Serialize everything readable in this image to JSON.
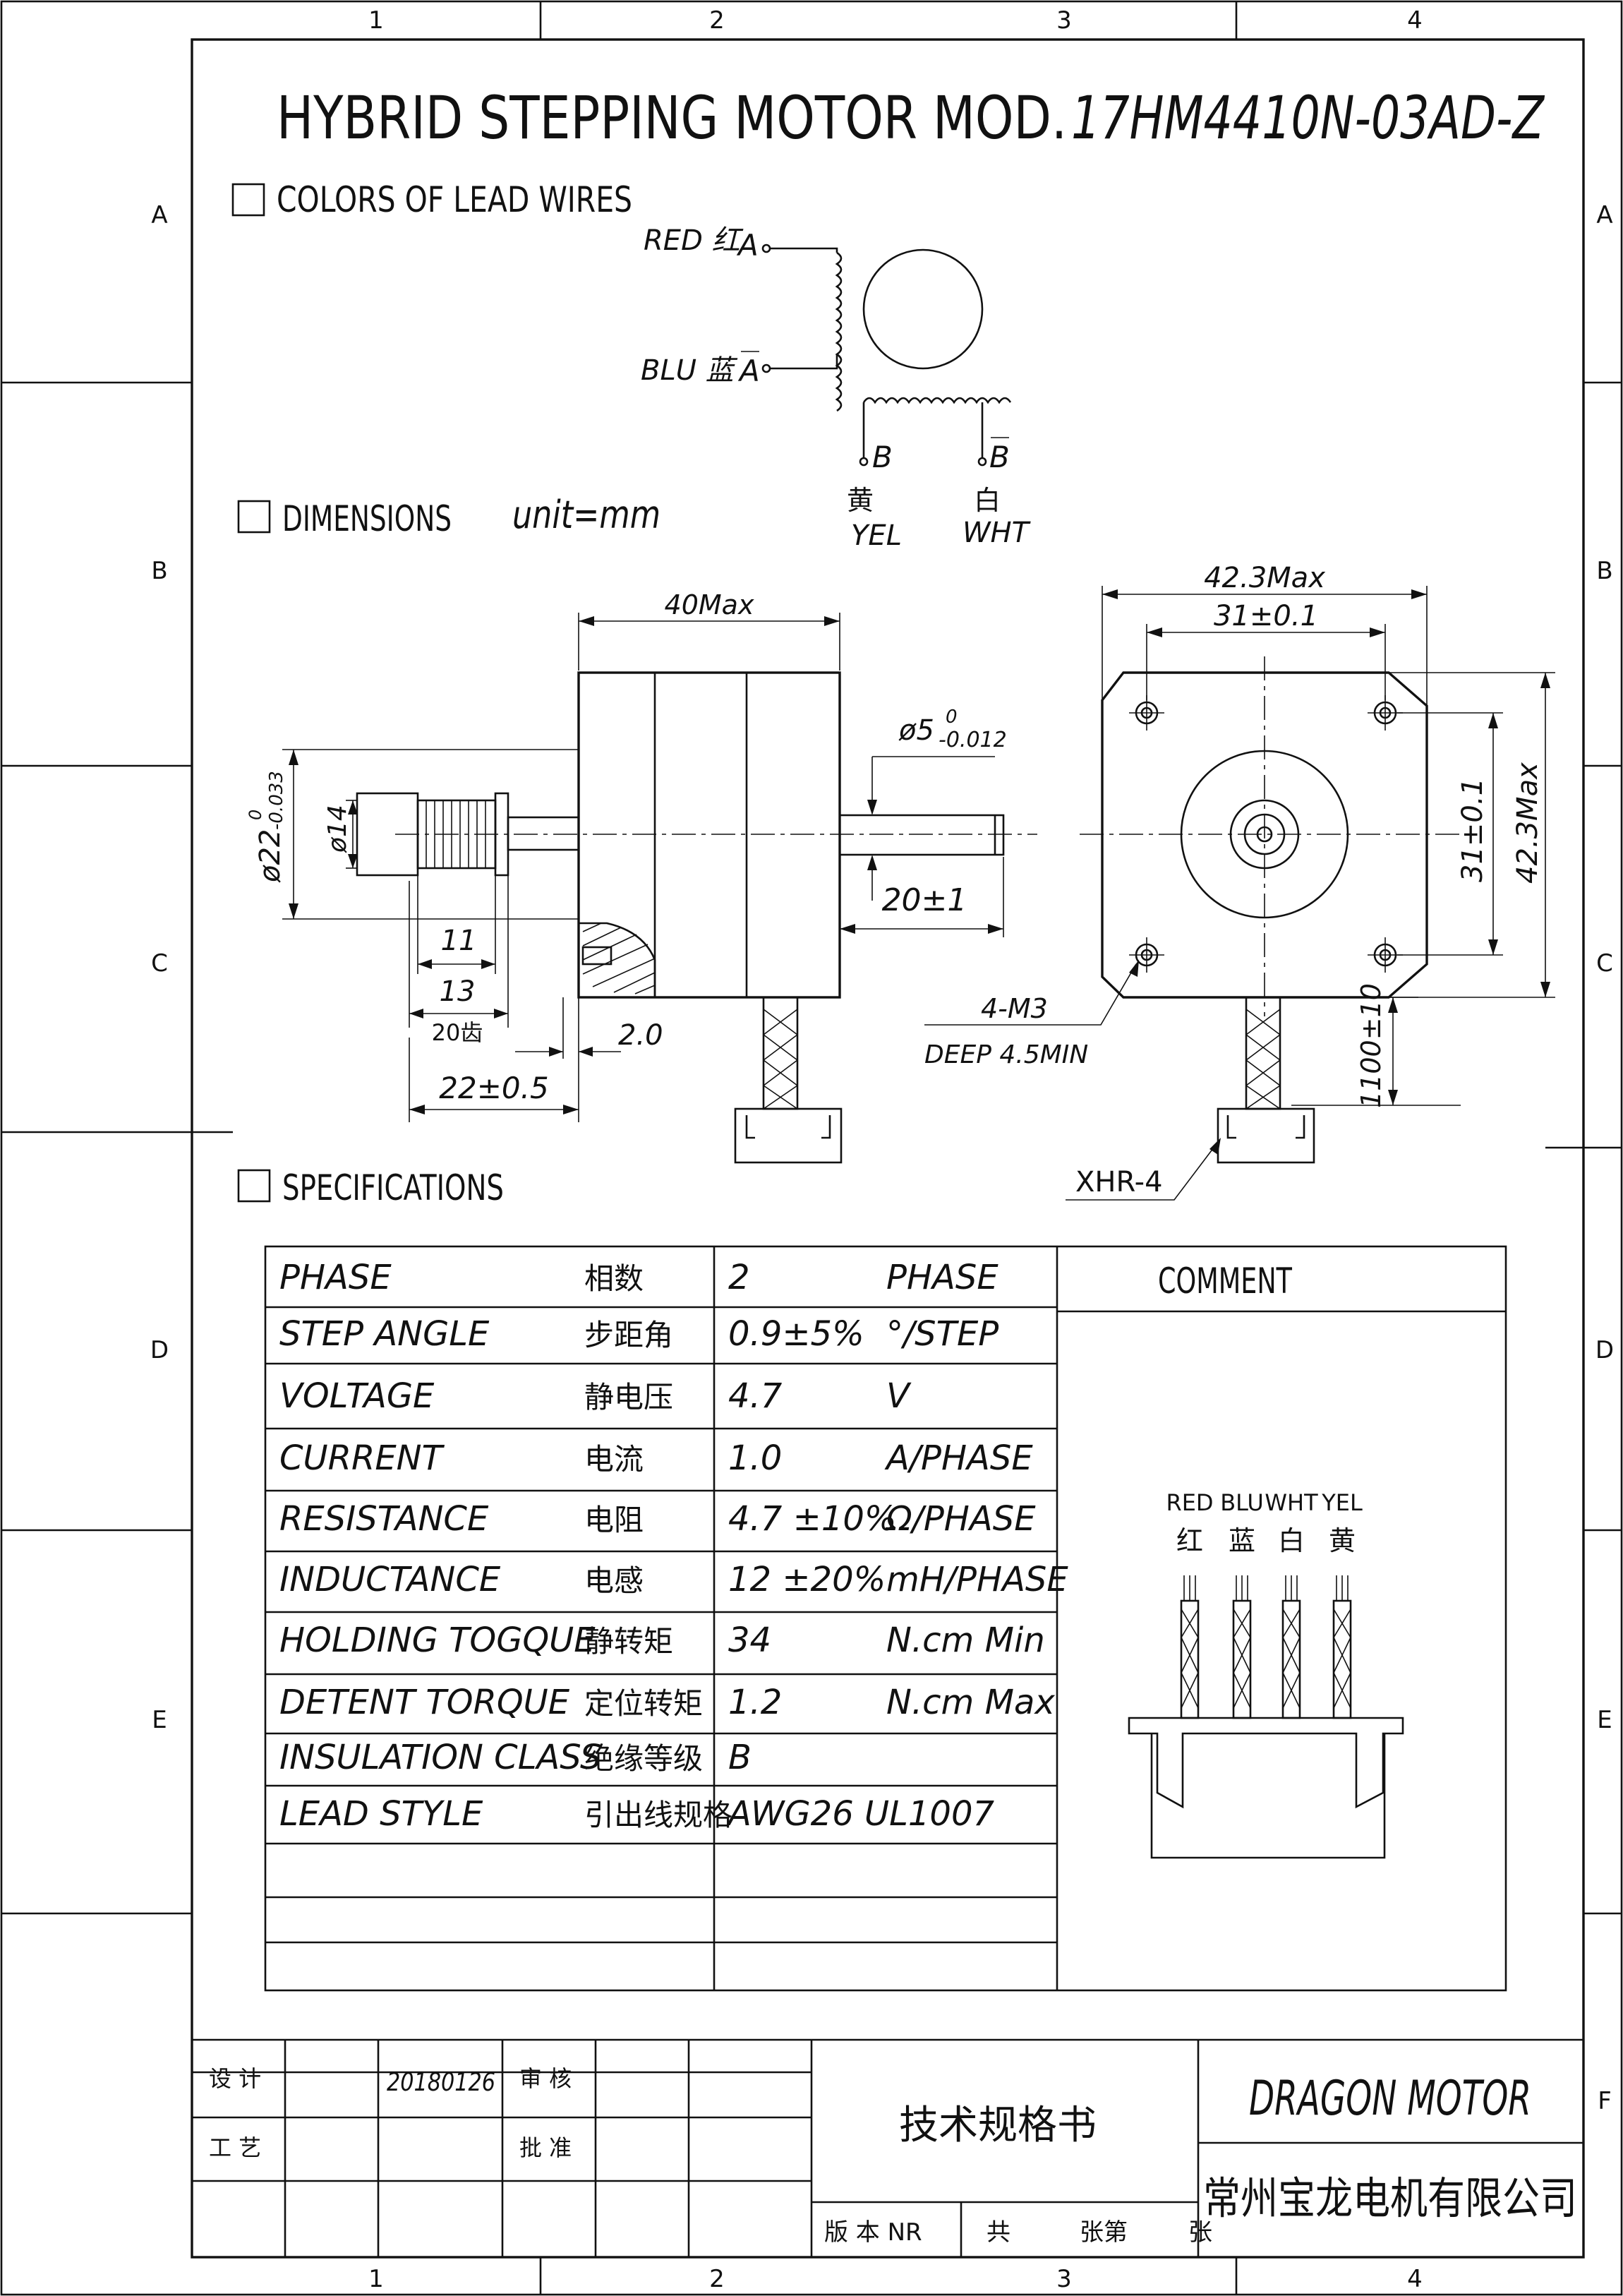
{
  "grid": {
    "columns": [
      "1",
      "2",
      "3",
      "4"
    ],
    "rows": [
      "A",
      "B",
      "C",
      "D",
      "E",
      "F"
    ]
  },
  "title": {
    "prefix": "HYBRID STEPPING MOTOR MOD.",
    "model": "17HM4410N-03AD-Z"
  },
  "sections": {
    "colors": "COLORS OF LEAD WIRES",
    "dimensions": "DIMENSIONS",
    "unit": "unit=mm",
    "specifications": "SPECIFICATIONS"
  },
  "wiring": {
    "red": "RED 红",
    "a": "A",
    "blu": "BLU 蓝",
    "a_bar": "A",
    "b": "B",
    "b_bar": "B",
    "yel_cn": "黄",
    "yel": "YEL",
    "wht_cn": "白",
    "wht": "WHT"
  },
  "dims": {
    "len_40": "40Max",
    "shaft_dia": "ø5",
    "shaft_tol_upper": "0",
    "shaft_tol_lower": "-0.012",
    "boss_dia": "ø22",
    "boss_tol_upper": "0",
    "boss_tol_lower": "-0.033",
    "pulley_dia": "ø14",
    "shaft_len": "20±1",
    "d11": "11",
    "d13": "13",
    "teeth": "20齿",
    "d2": "2.0",
    "d22": "22±0.5",
    "max_w": "42.3Max",
    "hole_pitch_w": "31±0.1",
    "hole_pitch_h": "31±0.1",
    "max_h": "42.3Max",
    "screw": "4-M3",
    "deep": "DEEP  4.5MIN",
    "lead_len": "1100±10",
    "connector": "XHR-4"
  },
  "specs": {
    "comment_header": "COMMENT",
    "rows": [
      {
        "name": "PHASE",
        "cn": "相数",
        "value": "2",
        "unit": "PHASE"
      },
      {
        "name": "STEP  ANGLE",
        "cn": "步距角",
        "value": "0.9±5%",
        "unit": "°/STEP"
      },
      {
        "name": "VOLTAGE",
        "cn": "静电压",
        "value": "4.7",
        "unit": "V"
      },
      {
        "name": "CURRENT",
        "cn": "电流",
        "value": "1.0",
        "unit": "A/PHASE"
      },
      {
        "name": "RESISTANCE",
        "cn": "电阻",
        "value": "4.7  ±10%",
        "unit": "Ω/PHASE"
      },
      {
        "name": "INDUCTANCE",
        "cn": "电感",
        "value": "12  ±20%",
        "unit": "mH/PHASE"
      },
      {
        "name": "HOLDING  TOGQUE",
        "cn": "静转矩",
        "value": "34",
        "unit": "N.cm  Min"
      },
      {
        "name": "DETENT  TORQUE",
        "cn": "定位转矩",
        "value": "1.2",
        "unit": "N.cm  Max"
      },
      {
        "name": "INSULATION  CLASS",
        "cn": "绝缘等级",
        "value": "B",
        "unit": ""
      },
      {
        "name": "LEAD  STYLE",
        "cn": "引出线规格",
        "value": "AWG26  UL1007",
        "unit": ""
      },
      {
        "name": "",
        "cn": "",
        "value": "",
        "unit": ""
      },
      {
        "name": "",
        "cn": "",
        "value": "",
        "unit": ""
      },
      {
        "name": "",
        "cn": "",
        "value": "",
        "unit": ""
      }
    ],
    "connector_labels": [
      {
        "en": "RED",
        "cn": "红"
      },
      {
        "en": "BLU",
        "cn": "蓝"
      },
      {
        "en": "WHT",
        "cn": "白"
      },
      {
        "en": "YEL",
        "cn": "黄"
      }
    ]
  },
  "title_block": {
    "design": "设  计",
    "design_date": "20180126",
    "review": "审  核",
    "process": "工  艺",
    "approve": "批  准",
    "doc_title": "技术规格书",
    "version": "版 本 NR",
    "total": "共",
    "sheet": "张第",
    "sheet_end": "张",
    "company_en": "DRAGON  MOTOR",
    "company_cn": "常州宝龙电机有限公司"
  }
}
